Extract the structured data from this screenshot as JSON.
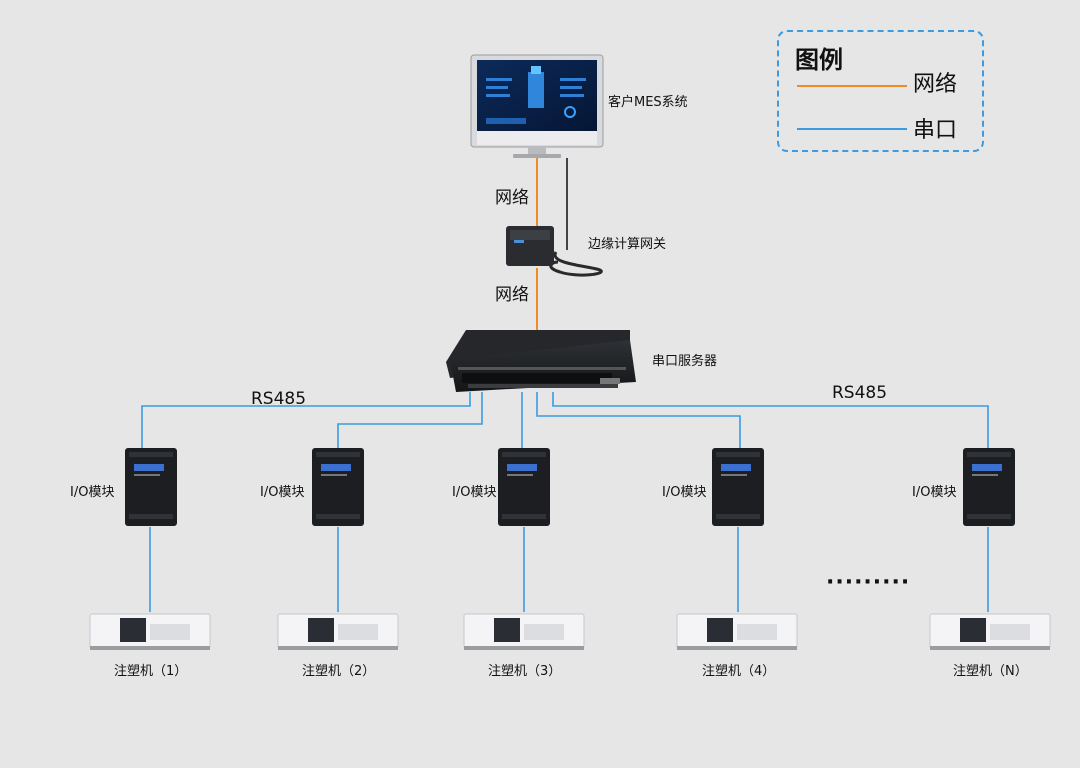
{
  "legend": {
    "title": "图例",
    "items": [
      {
        "label": "网络",
        "color": "#f08a24"
      },
      {
        "label": "串口",
        "color": "#3a9be0"
      }
    ]
  },
  "nodes": {
    "mes": {
      "label": "客户MES系统"
    },
    "gateway": {
      "label": "边缘计算网关"
    },
    "serial_server": {
      "label": "串口服务器"
    }
  },
  "links": {
    "net_label_top": "网络",
    "net_label_bottom": "网络",
    "rs485_left": "RS485",
    "rs485_right": "RS485"
  },
  "io_modules": [
    {
      "label": "I/O模块"
    },
    {
      "label": "I/O模块"
    },
    {
      "label": "I/O模块"
    },
    {
      "label": "I/O模块"
    },
    {
      "label": "I/O模块"
    }
  ],
  "machines": [
    {
      "label": "注塑机（1）"
    },
    {
      "label": "注塑机（2）"
    },
    {
      "label": "注塑机（3）"
    },
    {
      "label": "注塑机（4）"
    },
    {
      "label": "注塑机（N）"
    }
  ],
  "ellipsis": "·········",
  "colors": {
    "network": "#f08a24",
    "serial": "#3a9be0",
    "device": "#1c1e22"
  }
}
